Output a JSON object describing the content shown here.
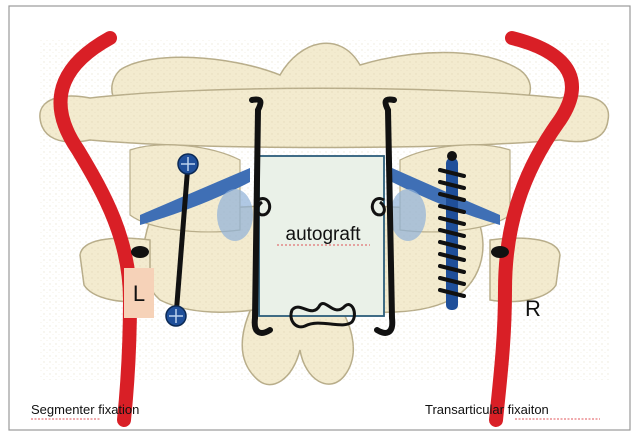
{
  "labels": {
    "graft": "autograft",
    "left_marker": "L",
    "right_marker": "R",
    "left_caption": "Segmenter fixation",
    "right_caption": "Transarticular fixaiton"
  },
  "colors": {
    "bone": "#f3ebcf",
    "bone_outline": "#b8ad8a",
    "artery": "#d91f26",
    "wire": "#111111",
    "joint": "#3f6fb5",
    "graft_fill": "#eaf1e8",
    "graft_border": "#2c5d7a",
    "screw": "#1f4f9a",
    "left_tag_bg": "#f6d2b8"
  }
}
